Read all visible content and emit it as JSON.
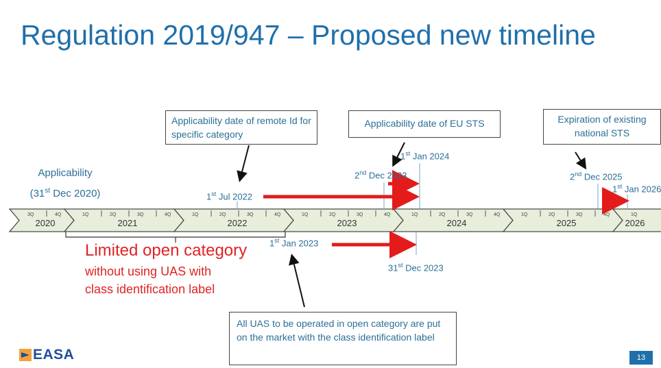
{
  "title": "Regulation 2019/947 – Proposed new timeline",
  "timeline": {
    "years": [
      {
        "year": "2020",
        "quarters": [
          "3Q",
          "4Q"
        ]
      },
      {
        "year": "2021",
        "quarters": [
          "1Q",
          "2Q",
          "3Q",
          "4Q"
        ]
      },
      {
        "year": "2022",
        "quarters": [
          "1Q",
          "2Q",
          "3Q",
          "4Q"
        ]
      },
      {
        "year": "2023",
        "quarters": [
          "1Q",
          "2Q",
          "3Q",
          "4Q"
        ]
      },
      {
        "year": "2024",
        "quarters": [
          "1Q",
          "2Q",
          "3Q",
          "4Q"
        ]
      },
      {
        "year": "2025",
        "quarters": [
          "1Q",
          "2Q",
          "3Q",
          "4Q"
        ]
      },
      {
        "year": "2026",
        "quarters": [
          "1Q"
        ]
      }
    ]
  },
  "callouts": {
    "remote_id": "Applicability date of remote Id for specific category",
    "eu_sts": "Applicability date of EU STS",
    "national_sts": "Expiration of existing national STS",
    "open_category": "All UAS to be operated in open category are put on the market with the class identification label"
  },
  "annotations": {
    "applicability": "Applicability",
    "applicability_date_pre": "(31",
    "applicability_date_sup": "st",
    "applicability_date_post": " Dec 2020)",
    "jul2022_sup": "st",
    "jul2022": " Jul 2022",
    "jan2024_sup": "st",
    "jan2024": " Jan 2024",
    "dec2023_2_sup": "nd",
    "dec2023_2": " Dec 2023",
    "dec2025_sup": "nd",
    "dec2025": " Dec 2025",
    "jan2026_sup": "st",
    "jan2026": " Jan 2026",
    "jan2023_sup": "st",
    "jan2023": " Jan 2023",
    "dec2023_31_sup": "st",
    "dec2023_31": " Dec 2023",
    "num1": "1",
    "num2": "2",
    "num31": "31"
  },
  "limited": {
    "main": "Limited open category",
    "line2": "without using UAS with",
    "line3": "class identification label"
  },
  "logo_text": "EASA",
  "page_number": "13",
  "colors": {
    "title": "#1f6fab",
    "chevron": "#e7eedb",
    "arrow": "#e31b1b",
    "text": "#2a6f96",
    "red_text": "#e02323"
  }
}
